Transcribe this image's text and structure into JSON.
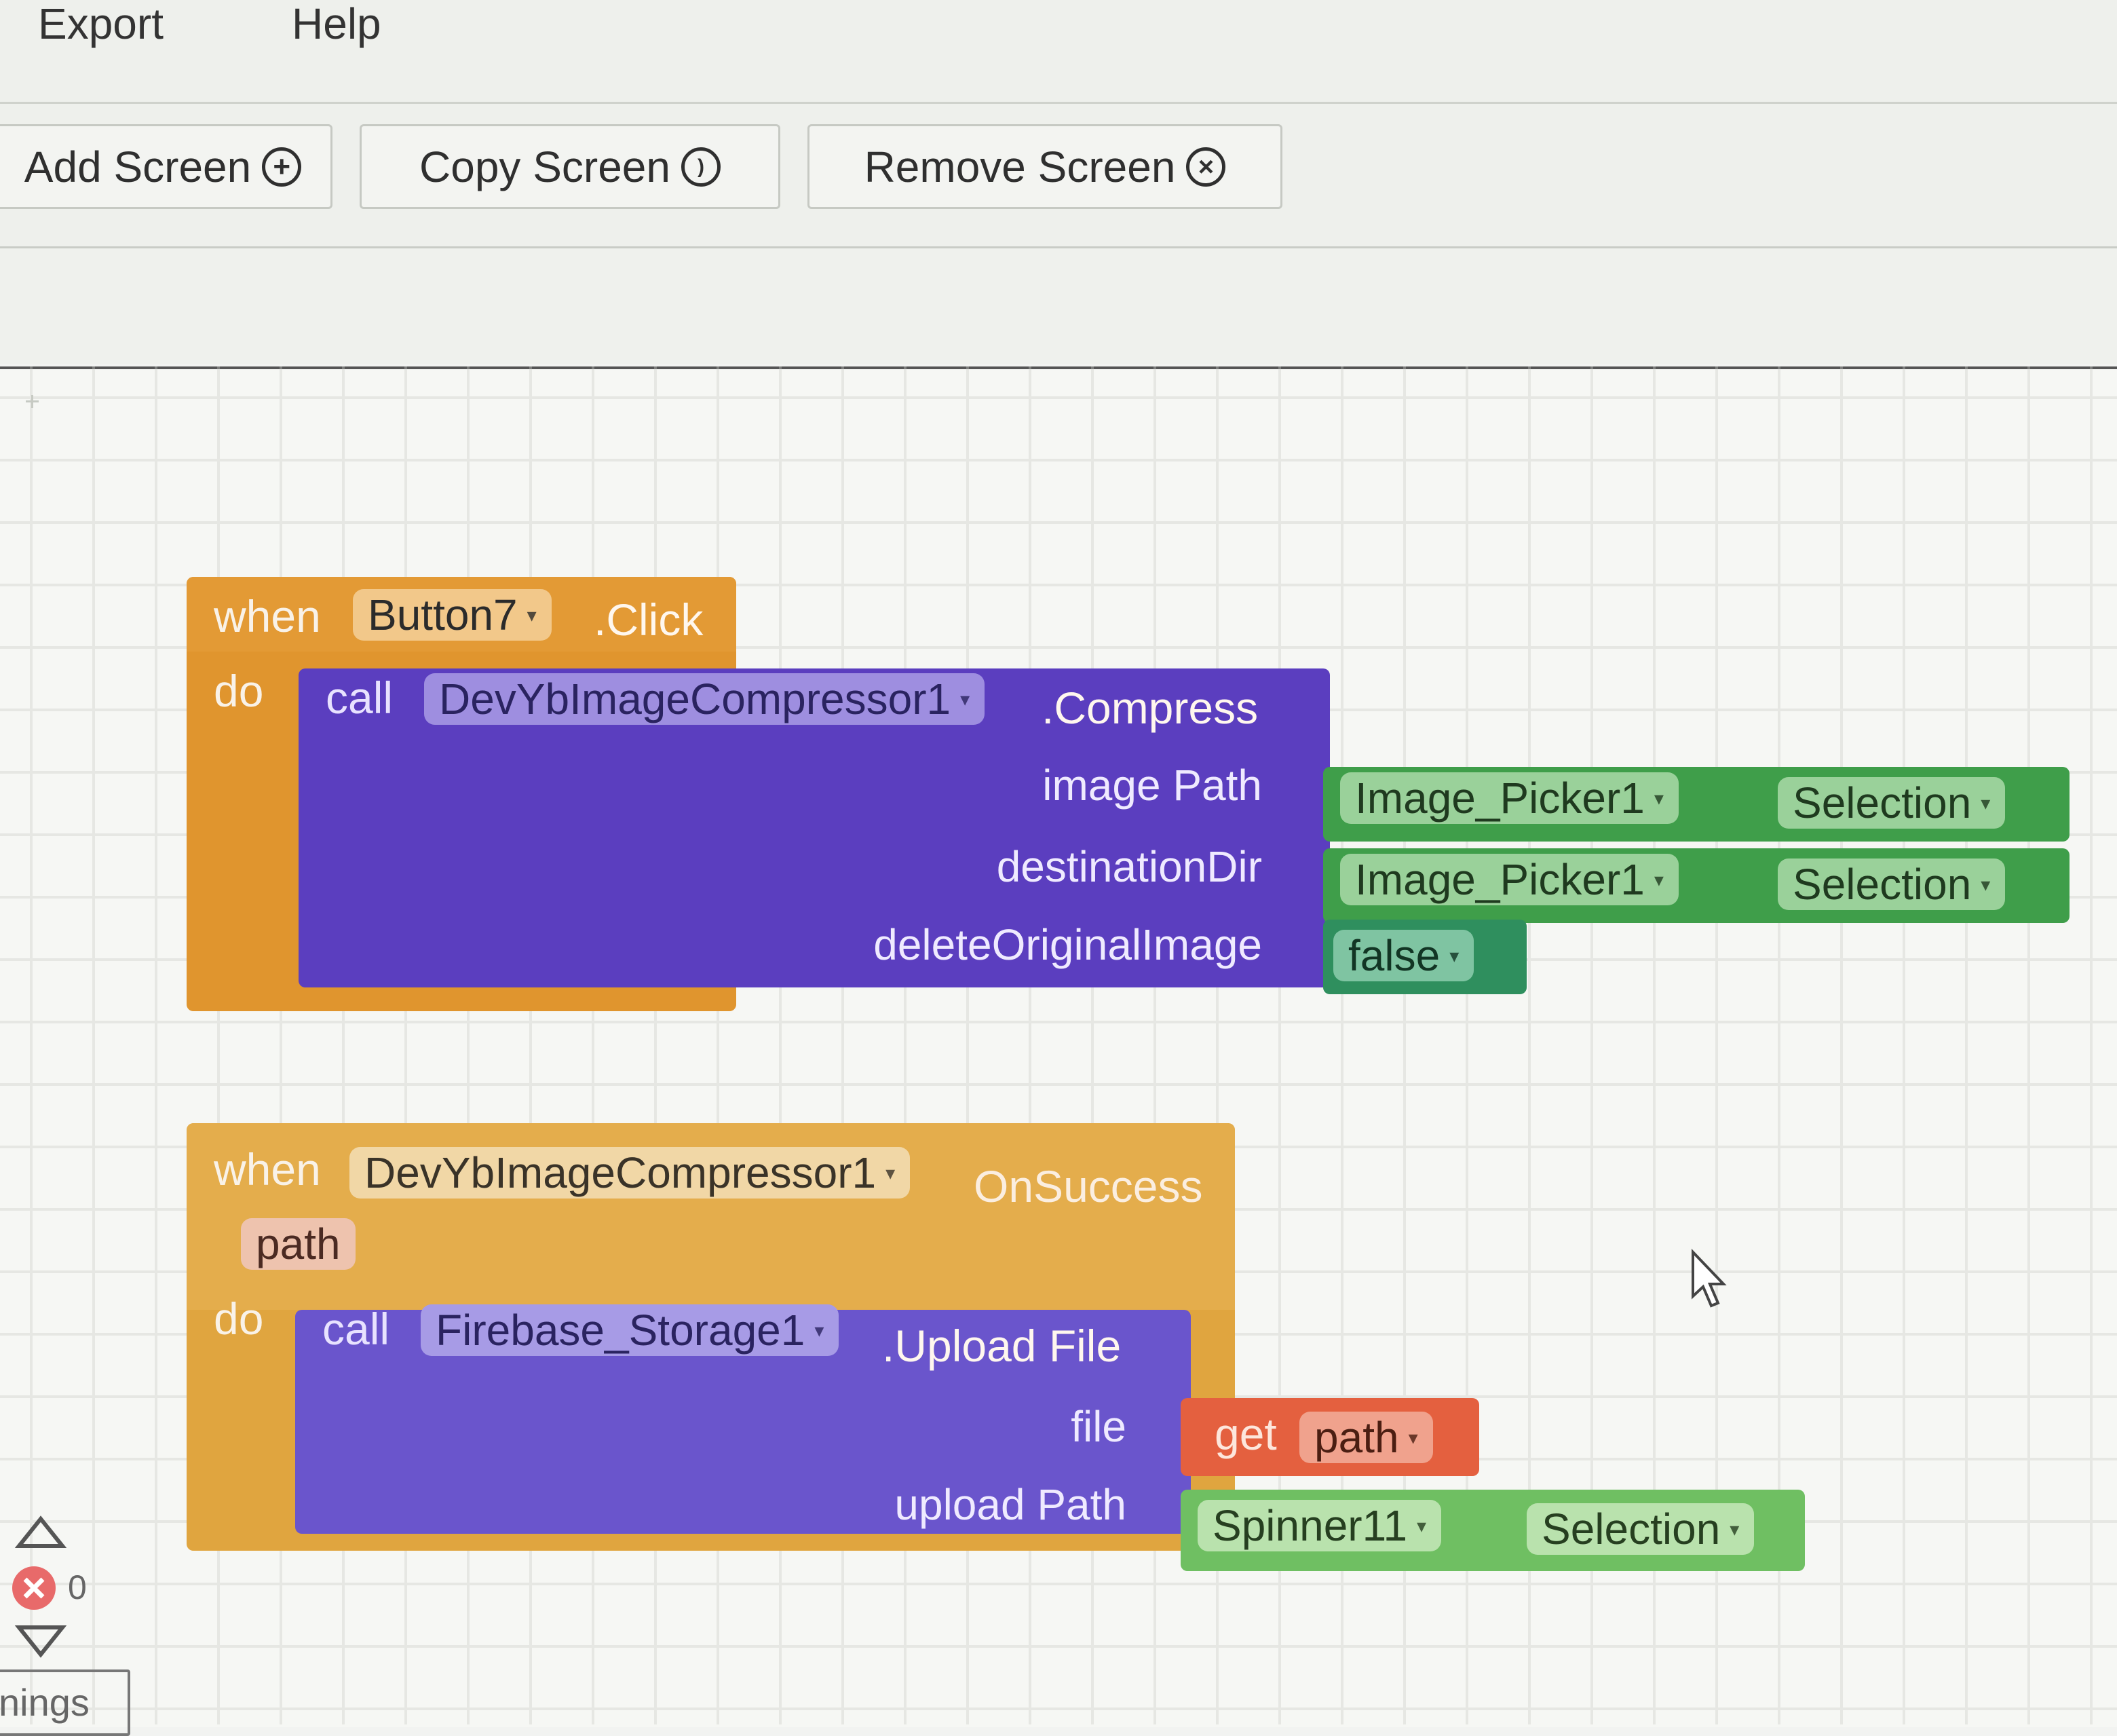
{
  "menu": {
    "export": "Export",
    "help": "Help"
  },
  "toolbar": {
    "add_screen": "Add Screen",
    "copy_screen": "Copy Screen",
    "remove_screen": "Remove Screen"
  },
  "block1": {
    "when": "when",
    "component": "Button7",
    "event": ".Click",
    "do": "do",
    "call": "call",
    "call_component": "DevYbImageCompressor1",
    "method": ".Compress",
    "arg1_label": "image Path",
    "arg1_component": "Image_Picker1",
    "arg1_prop": "Selection",
    "arg2_label": "destinationDir",
    "arg2_component": "Image_Picker1",
    "arg2_prop": "Selection",
    "arg3_label": "deleteOriginalImage",
    "arg3_value": "false"
  },
  "block2": {
    "when": "when",
    "component": "DevYbImageCompressor1",
    "event": "OnSuccess",
    "param": "path",
    "do": "do",
    "call": "call",
    "call_component": "Firebase_Storage1",
    "method": ".Upload File",
    "arg1_label": "file",
    "arg1_get": "get",
    "arg1_var": "path",
    "arg2_label": "upload Path",
    "arg2_component": "Spinner11",
    "arg2_prop": "Selection"
  },
  "warnings": {
    "error_count": "0",
    "toggle_label": "nings"
  },
  "colors": {
    "event_orange": "#e0952e",
    "call_purple": "#5b3ebf",
    "component_green": "#3f9e4a",
    "logic_green": "#2f8f5e",
    "variable_red": "#e4603f"
  },
  "icons": [
    "plus-circle-icon",
    "copy-circle-icon",
    "close-circle-icon",
    "dropdown-arrow-icon",
    "error-icon",
    "up-arrow-icon",
    "down-arrow-icon",
    "mouse-pointer-icon"
  ]
}
